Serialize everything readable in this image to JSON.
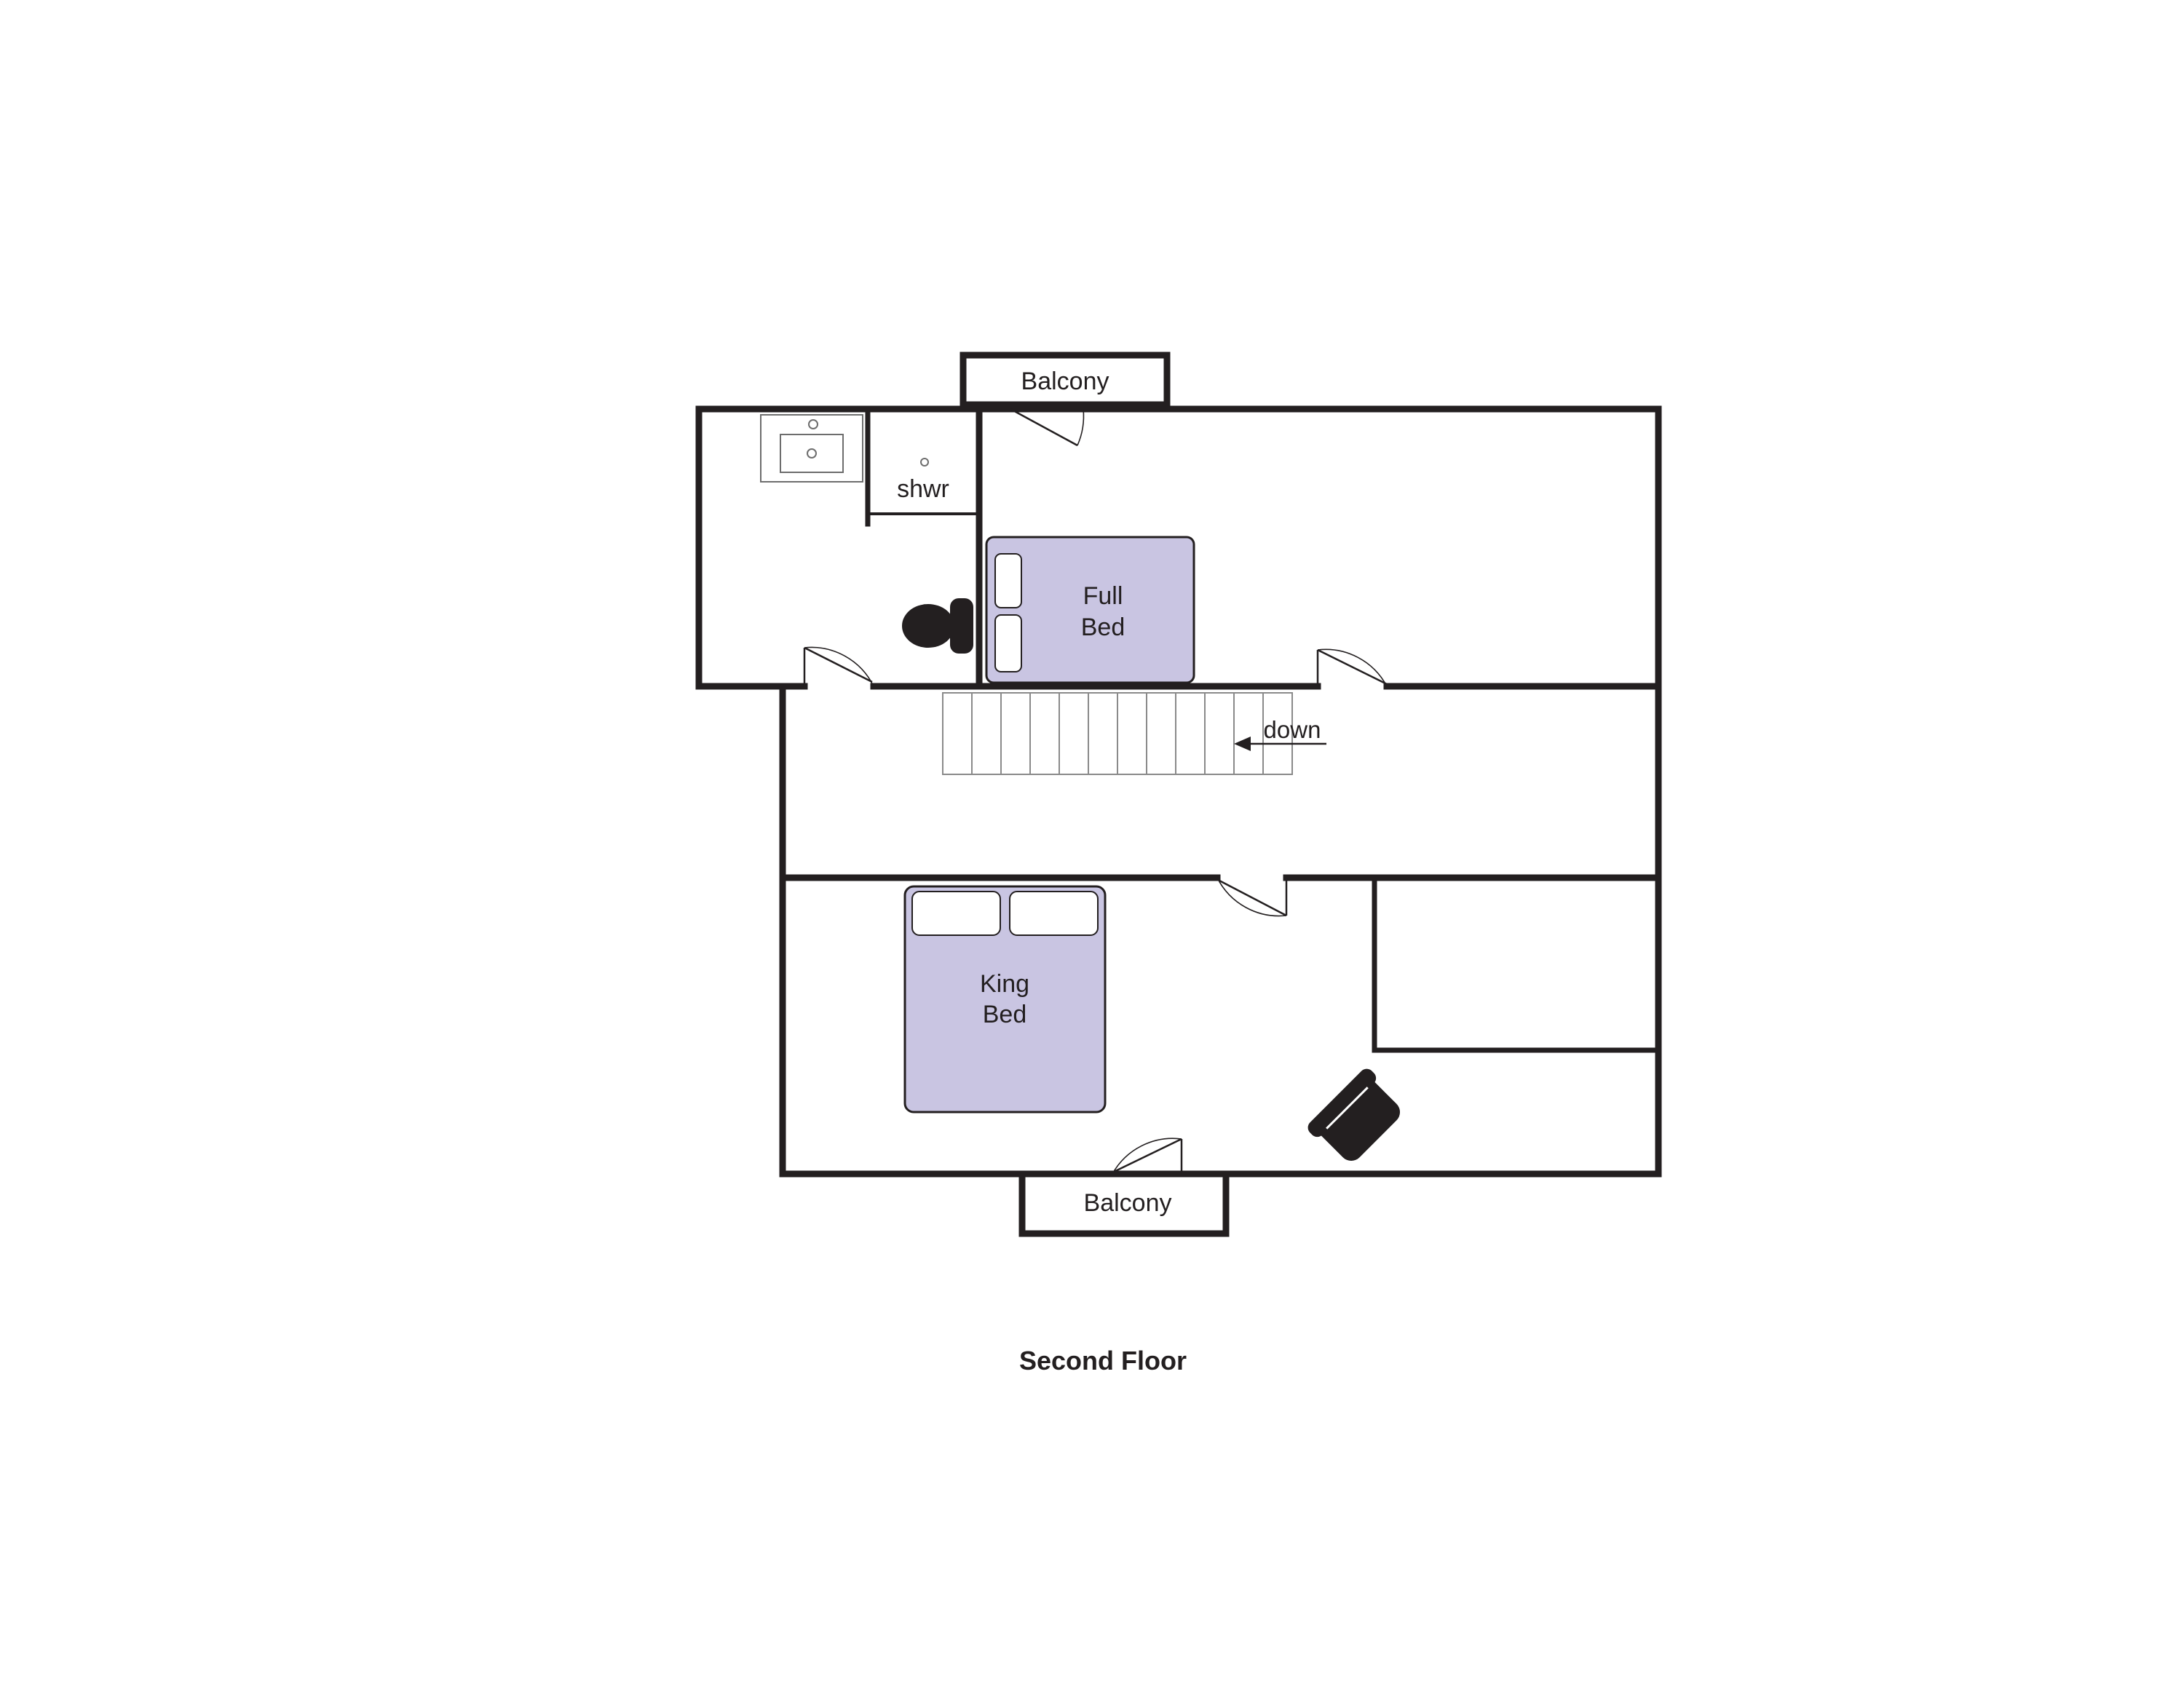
{
  "floor_title": "Second Floor",
  "labels": {
    "balcony_top": "Balcony",
    "balcony_bottom": "Balcony",
    "shower": "shwr",
    "full_bed_line1": "Full",
    "full_bed_line2": "Bed",
    "king_bed_line1": "King",
    "king_bed_line2": "Bed",
    "stairs_direction": "down"
  },
  "colors": {
    "wall": "#231f20",
    "bed_fill": "#c9c5e2",
    "background": "#ffffff"
  },
  "icons": {
    "toilet": "toilet-icon",
    "sink": "sink-icon",
    "chair": "armchair-icon",
    "stairs_arrow": "arrow-left-icon"
  }
}
